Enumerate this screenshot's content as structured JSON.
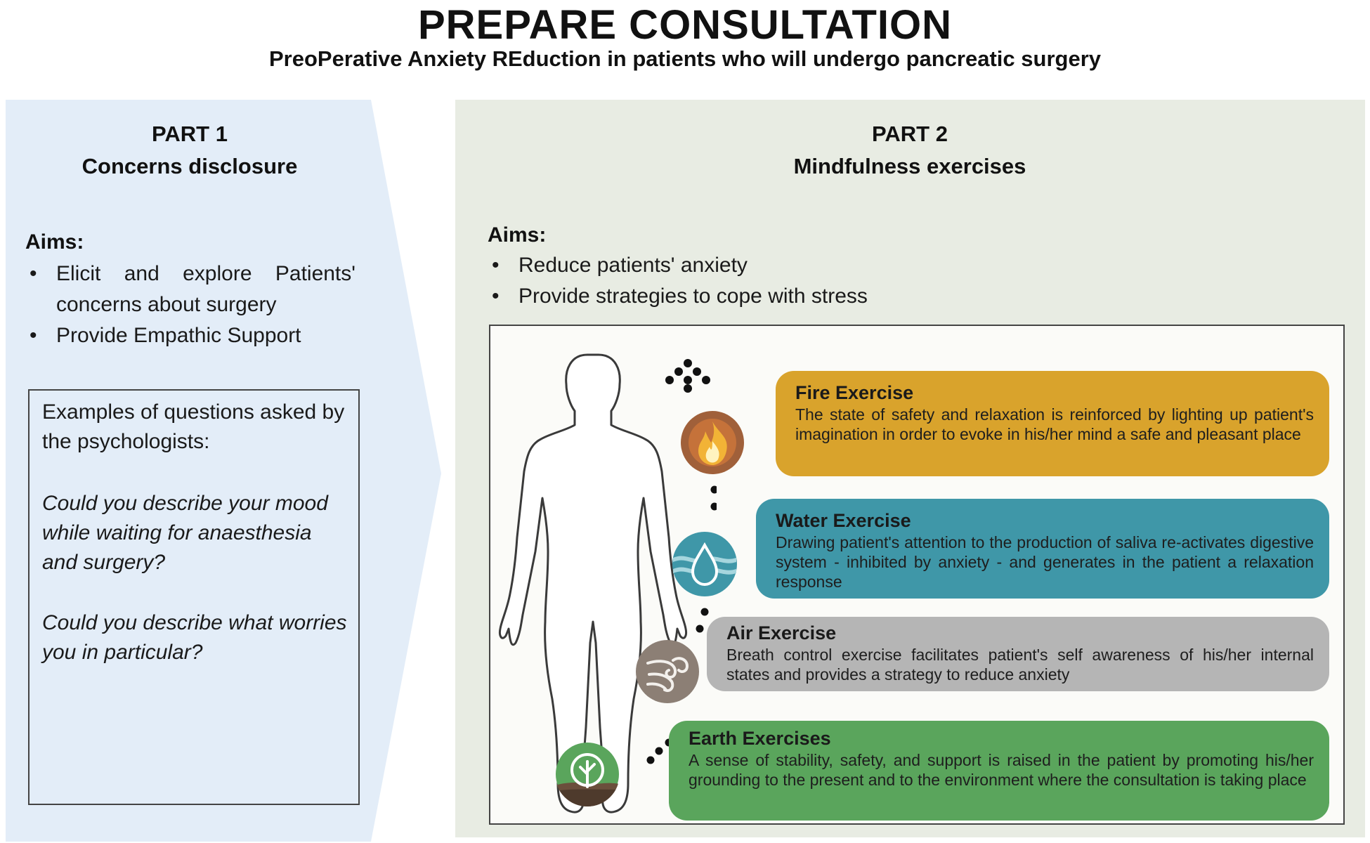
{
  "header": {
    "title": "PREPARE CONSULTATION",
    "subtitle": "PreoPerative Anxiety REduction in patients who will undergo pancreatic surgery"
  },
  "part1": {
    "label": "PART 1",
    "name": "Concerns disclosure",
    "aims_label": "Aims:",
    "aims": [
      "Elicit and explore Patients' concerns about surgery",
      "Provide Empathic Support"
    ],
    "questions_intro": "Examples of questions asked by the psychologists:",
    "questions": [
      "Could you describe your mood while waiting for anaesthesia and surgery?",
      "Could you describe what worries you in particular?"
    ]
  },
  "part2": {
    "label": "PART 2",
    "name": "Mindfulness exercises",
    "aims_label": "Aims:",
    "aims": [
      "Reduce patients' anxiety",
      "Provide strategies to cope with stress"
    ],
    "exercises": [
      {
        "title": "Fire Exercise",
        "description": "The state of safety and relaxation is reinforced by lighting up patient's imagination in order to evoke in his/her mind a safe and pleasant place",
        "color": "#d9a32c",
        "icon": "fire-icon"
      },
      {
        "title": "Water Exercise",
        "description": "Drawing patient's attention to the production of saliva re-activates digestive system - inhibited by anxiety - and generates in the patient a relaxation response",
        "color": "#3f97a8",
        "icon": "water-drop-icon"
      },
      {
        "title": "Air Exercise",
        "description": "Breath control exercise facilitates patient's self awareness of his/her internal states and provides a strategy to reduce anxiety",
        "color": "#b5b5b5",
        "icon": "wind-icon"
      },
      {
        "title": "Earth Exercises",
        "description": "A sense of stability, safety, and support is raised in the patient by promoting his/her grounding to the present and to the environment where the consultation is taking place",
        "color": "#5aa55c",
        "icon": "tree-icon"
      }
    ]
  },
  "colors": {
    "part1_bg": "#e3edf8",
    "part2_bg": "#e8ece3"
  }
}
